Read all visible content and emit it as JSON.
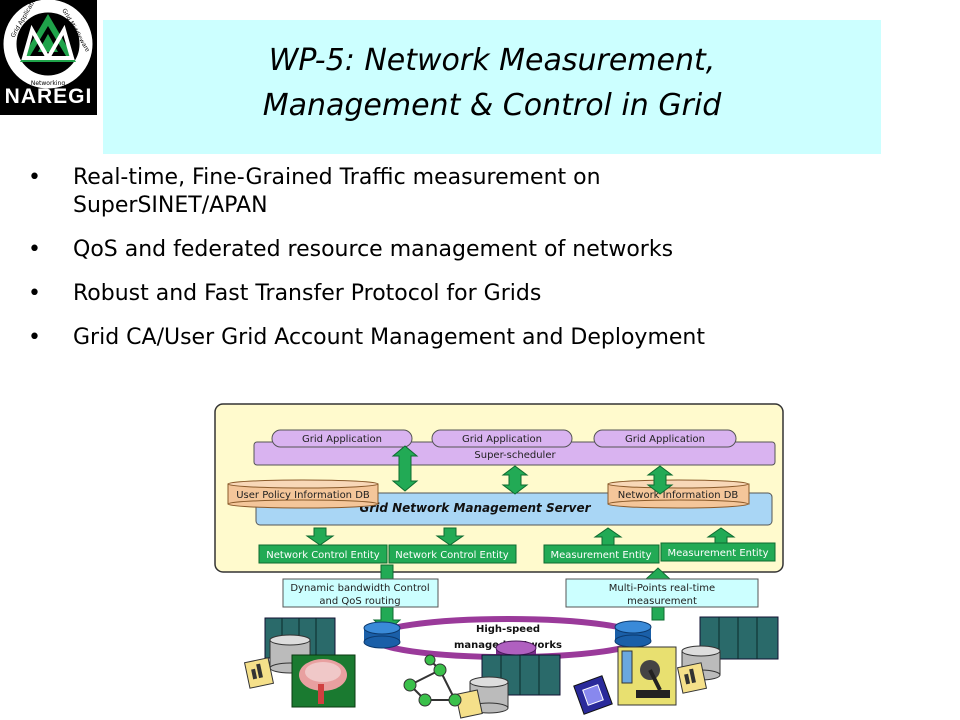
{
  "logo": {
    "ring_text_left": "Grid Applications",
    "ring_text_right": "Grid Middleware",
    "ring_text_bottom": "Networking",
    "name": "NAREGI"
  },
  "title": {
    "line1": "WP-5: Network Measurement,",
    "line2": "Management & Control in Grid"
  },
  "bullets": [
    {
      "line1": "Real-time, Fine-Grained Traffic measurement on",
      "line2": "SuperSINET/APAN"
    },
    {
      "line1": "QoS and federated resource management of networks"
    },
    {
      "line1": "Robust and Fast Transfer Protocol for Grids"
    },
    {
      "line1": "Grid CA/User Grid Account Management and Deployment"
    }
  ],
  "diagram": {
    "grid_apps": [
      "Grid Application",
      "Grid Application",
      "Grid Application"
    ],
    "super_scheduler": "Super-scheduler",
    "user_policy_db": "User Policy Information DB",
    "network_info_db": "Network Information DB",
    "gnms": "Grid Network Management Server",
    "entities": [
      "Network Control Entity",
      "Network Control Entity",
      "Measurement Entity",
      "Measurement Entity"
    ],
    "dynamic_bw": {
      "line1": "Dynamic bandwidth Control",
      "line2": "and QoS routing"
    },
    "multipoint": {
      "line1": "Multi-Points real-time",
      "line2": "measurement"
    },
    "network": {
      "line1": "High-speed",
      "line2": "managed networks"
    }
  },
  "colors": {
    "title_bg": "#ccffff",
    "panel_bg": "#fffacd",
    "scheduler": "#d9b3f0",
    "db": "#f4c69a",
    "gnms": "#a9d6f5",
    "entity": "#22aa55",
    "ring": "#9a3a9a"
  }
}
